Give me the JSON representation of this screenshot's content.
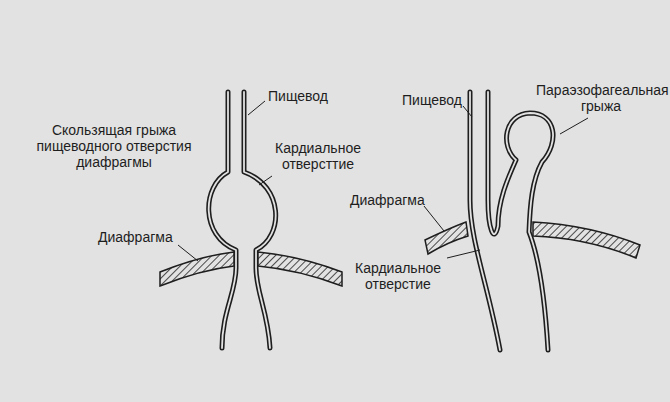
{
  "diagram": {
    "labels": [
      "Пищевод",
      "Скользящая грыжа пищеводного отверстия диафрагмы",
      "Кардиальное отверсттие",
      "Диафрагма",
      "Пищевод",
      "Параэзофагеальная грыжа",
      "Диафрагма",
      "Кардиальное отверстие"
    ]
  }
}
